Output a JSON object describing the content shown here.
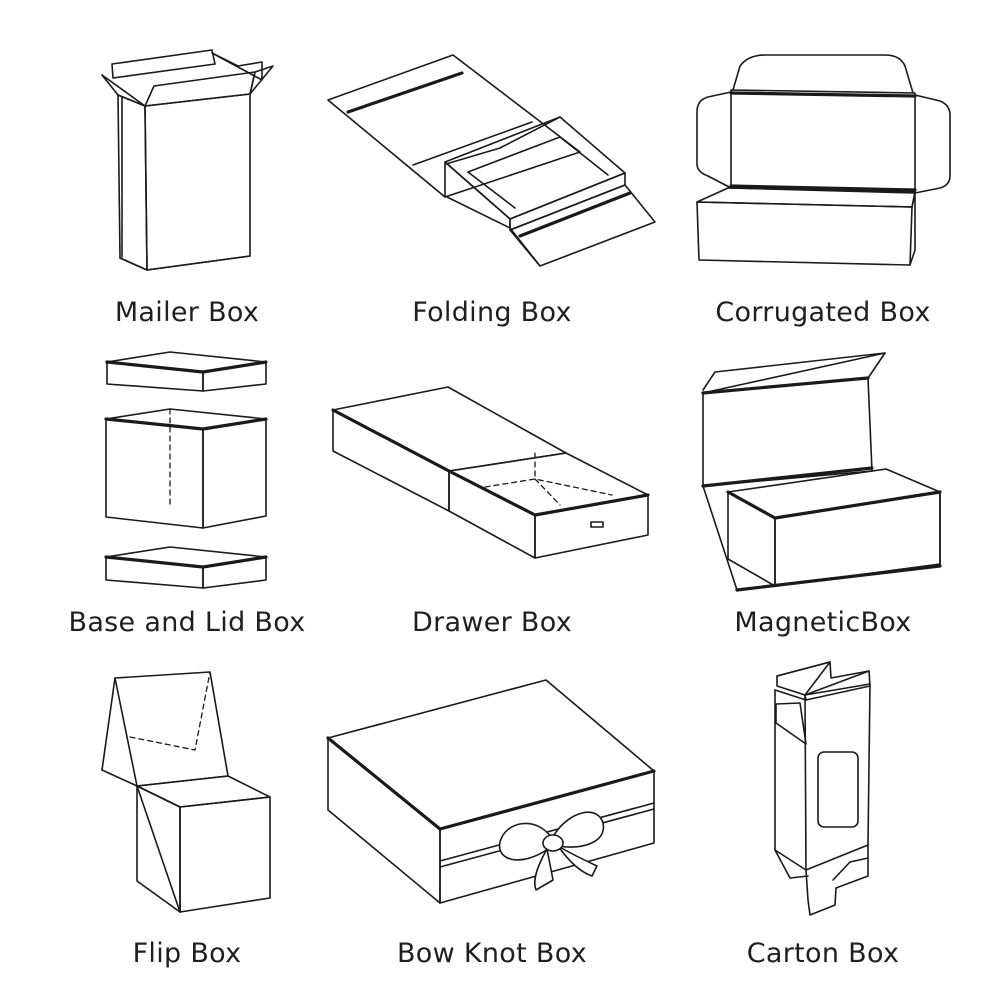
{
  "boxes": [
    {
      "label": "Mailer Box"
    },
    {
      "label": "Folding Box"
    },
    {
      "label": "Corrugated Box"
    },
    {
      "label": "Base and Lid Box"
    },
    {
      "label": "Drawer Box"
    },
    {
      "label": "MagneticBox"
    },
    {
      "label": "Flip Box"
    },
    {
      "label": "Bow Knot Box"
    },
    {
      "label": "Carton Box"
    }
  ]
}
